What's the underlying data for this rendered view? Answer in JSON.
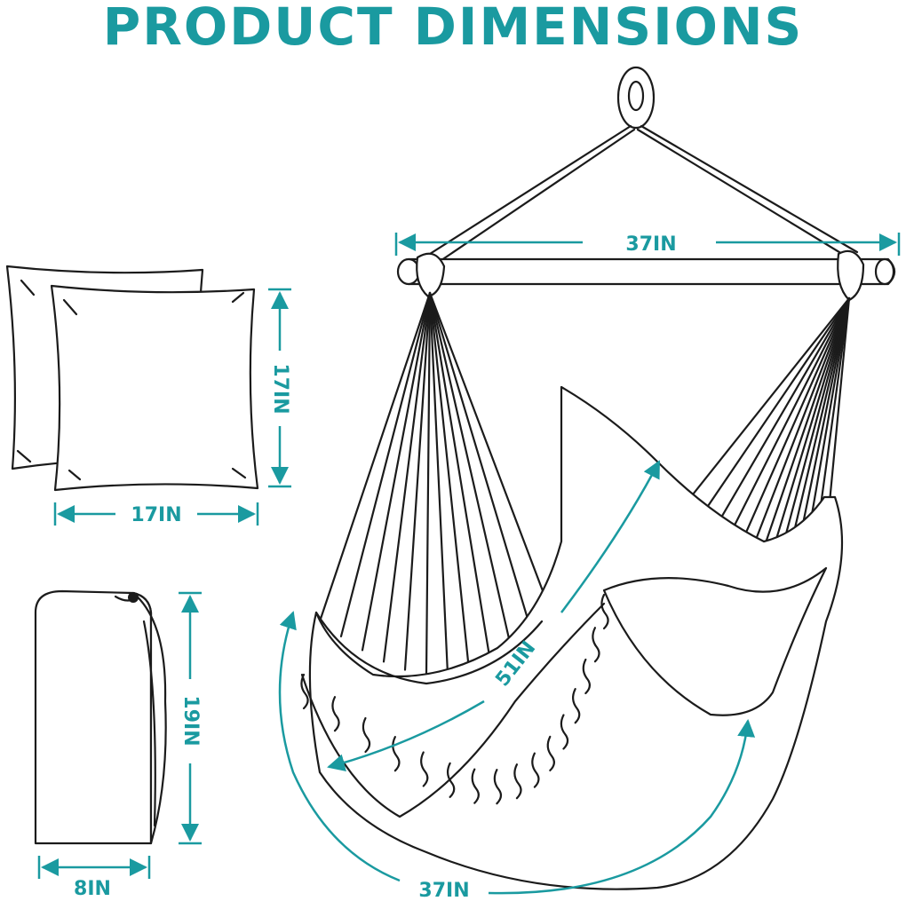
{
  "title": "PRODUCT DIMENSIONS",
  "colors": {
    "accent": "#1a9aa0",
    "ink": "#1b1b1b",
    "background": "#ffffff"
  },
  "dimensions": {
    "pillow_height": "17IN",
    "pillow_width": "17IN",
    "bag_height": "19IN",
    "bag_width": "8IN",
    "bar_width": "37IN",
    "chair_length": "51IN",
    "seat_width": "37IN"
  }
}
